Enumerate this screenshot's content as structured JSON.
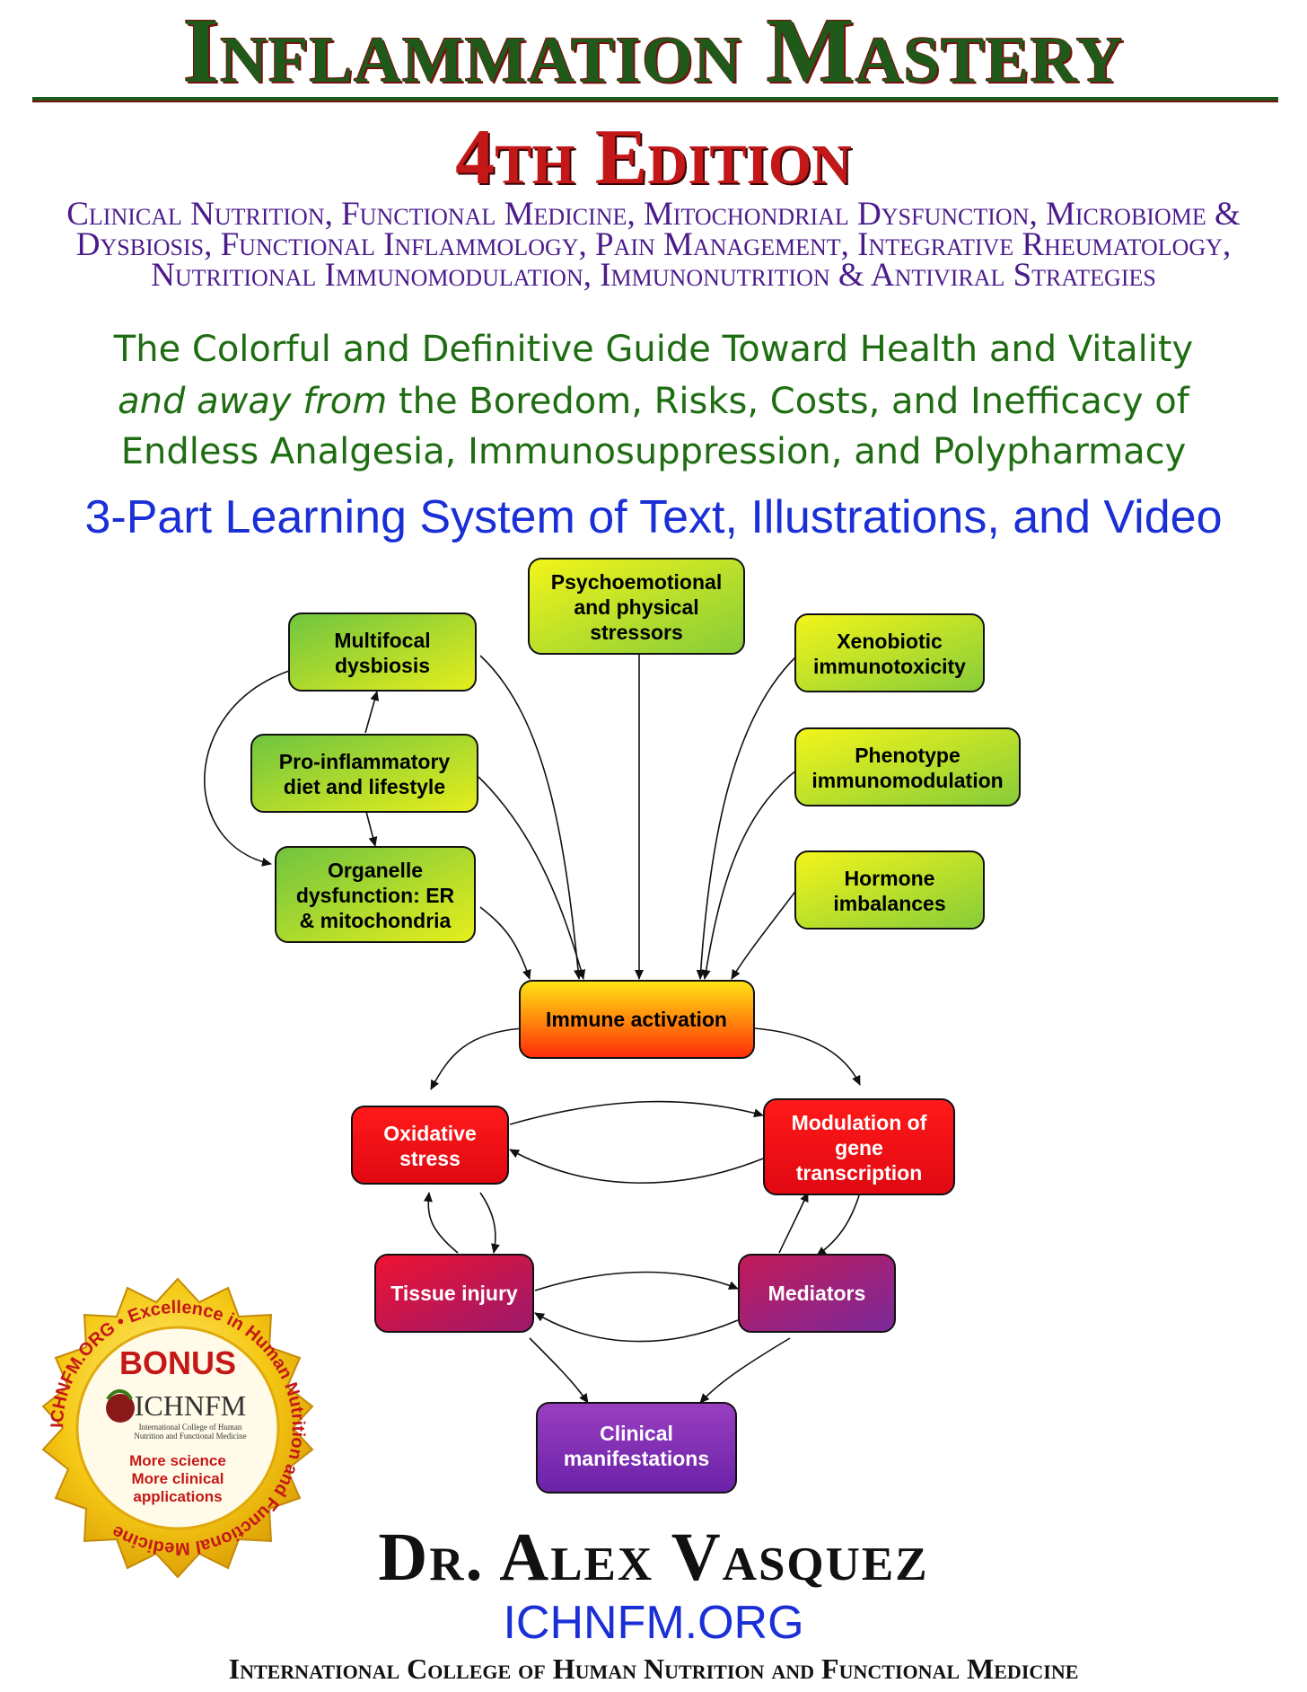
{
  "header": {
    "title": "Inflammation Mastery",
    "edition": "4th Edition",
    "topics": "Clinical Nutrition, Functional Medicine, Mitochondrial Dysfunction, Microbiome & Dysbiosis, Functional Inflammology, Pain Management, Integrative Rheumatology, Nutritional Immunomodulation, Immunonutrition & Antiviral Strategies",
    "tagline_line1": "The Colorful and Definitive Guide Toward Health and Vitality",
    "tagline_line2_italic": "and away from",
    "tagline_line2_rest": " the Boredom, Risks, Costs, and Inefficacy of",
    "tagline_line3": "Endless Analgesia, Immunosuppression, and Polypharmacy",
    "learning_system": "3-Part Learning System of Text, Illustrations, and Video"
  },
  "diagram": {
    "nodes": {
      "multifocal": [
        "Multifocal",
        "dysbiosis"
      ],
      "proinflammatory": [
        "Pro-inflammatory",
        "diet and lifestyle"
      ],
      "organelle": [
        "Organelle",
        "dysfunction: ER",
        "& mitochondria"
      ],
      "psycho": [
        "Psychoemotional",
        "and physical",
        "stressors"
      ],
      "xenobiotic": [
        "Xenobiotic",
        "immunotoxicity"
      ],
      "phenotype": [
        "Phenotype",
        "immunomodulation"
      ],
      "hormone": [
        "Hormone",
        "imbalances"
      ],
      "immune": [
        "Immune activation"
      ],
      "oxidative": [
        "Oxidative",
        "stress"
      ],
      "modulation": [
        "Modulation of",
        "gene",
        "transcription"
      ],
      "tissue": [
        "Tissue injury"
      ],
      "mediators": [
        "Mediators"
      ],
      "clinical": [
        "Clinical",
        "manifestations"
      ]
    }
  },
  "seal": {
    "bonus": "BONUS",
    "ring_text": "ICHNFM.ORG • Excellence in Human Nutrition and Functional Medicine",
    "logo": "ICHNFM",
    "logo_sub1": "International College of Human",
    "logo_sub2": "Nutrition and Functional Medicine",
    "line1": "More science",
    "line2": "More clinical",
    "line3": "applications"
  },
  "footer": {
    "author": "Dr. Alex Vasquez",
    "website": "ICHNFM.ORG",
    "college": "International College of Human Nutrition and Functional Medicine"
  },
  "colors": {
    "title_green": "#1f5a1a",
    "edition_red": "#c41818",
    "topics_purple": "#4b1b8c",
    "tagline_green": "#1f6d12",
    "link_blue": "#1a2fd6"
  }
}
